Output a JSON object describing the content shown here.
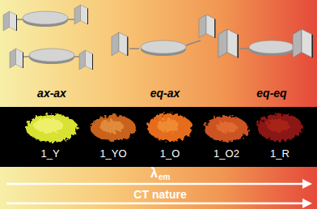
{
  "diagram": {
    "labels": [
      "ax-ax",
      "eq-ax",
      "eq-eq",
      "1_Y",
      "1_YO",
      "1_O",
      "1_O2",
      "1_R",
      "λ",
      "em",
      "CT nature"
    ]
  }
}
